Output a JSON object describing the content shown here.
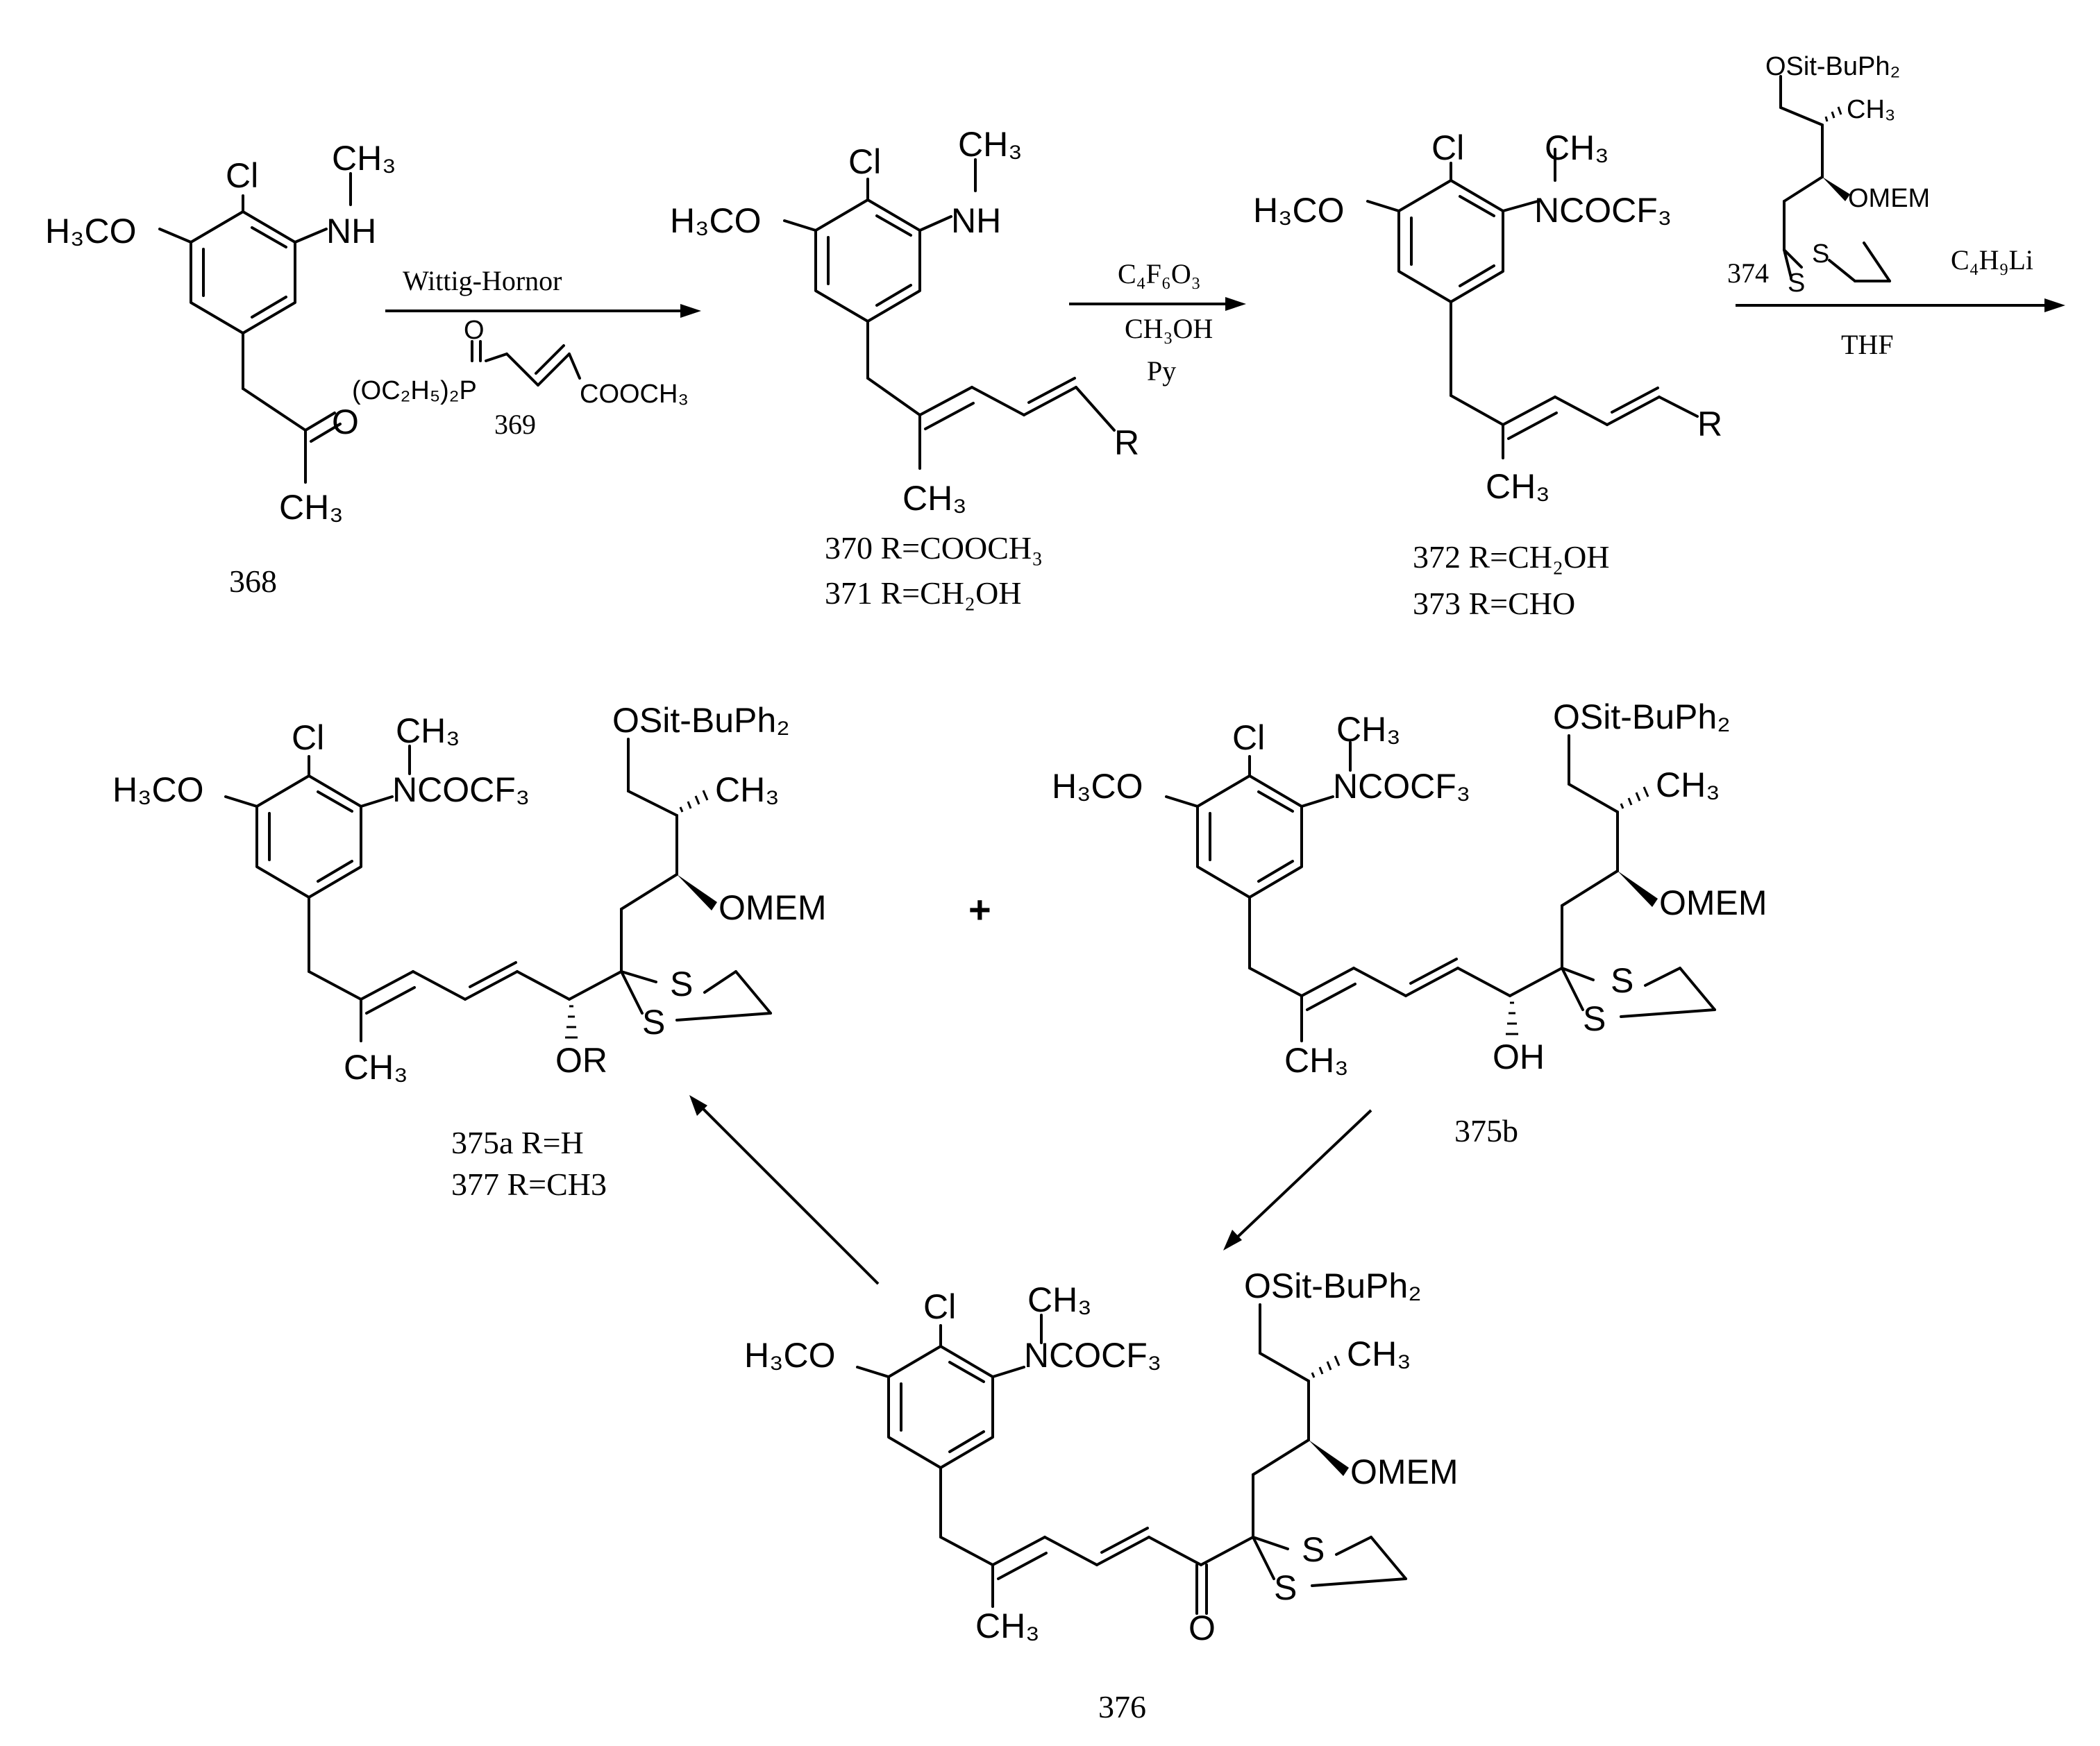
{
  "atoms": {
    "cl": "Cl",
    "ch3": "CH₃",
    "nh": "NH",
    "h3co": "H₃CO",
    "o": "O",
    "r": "R",
    "ncocf3": "NCOCF₃",
    "osit_buph2": "OSit-BuPh₂",
    "omem": "OMEM",
    "s": "S",
    "or": "OR",
    "oh": "OH",
    "phosphonate": "(OC₂H₅)₂P",
    "cooch3": "COOCH₃"
  },
  "compounds": {
    "c368": "368",
    "c369": "369",
    "c370": "370 R=COOCH₃",
    "c371": "371 R=CH₂OH",
    "c372": "372 R=CH₂OH",
    "c373": "373 R=CHO",
    "c374": "374",
    "c375a": "375a R=H",
    "c377": "377  R=CH3",
    "c375b": "375b",
    "c376": "376"
  },
  "reagents": {
    "step1": "Wittig-Hornor",
    "step2_a": "C₄F₆O₃",
    "step2_b": "CH₃OH",
    "step2_c": "Py",
    "step3_a": "C₄H₉Li",
    "step3_b": "THF"
  },
  "plus_sign": "+"
}
